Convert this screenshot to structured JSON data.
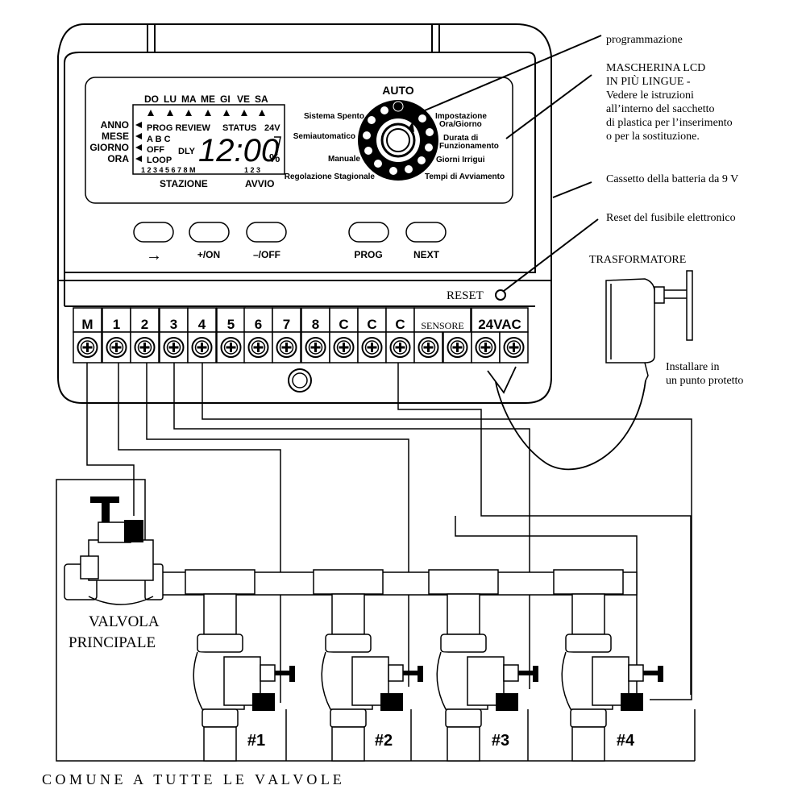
{
  "lcd": {
    "days": [
      "DO",
      "LU",
      "MA",
      "ME",
      "GI",
      "VE",
      "SA"
    ],
    "left_labels": [
      "ANNO",
      "MESE",
      "GIORNO",
      "ORA"
    ],
    "row1": "PROG REVIEW",
    "status": "STATUS",
    "volt": "24V",
    "abc": "A B C",
    "off": "OFF",
    "loop": "LOOP",
    "dly": "DLY",
    "time": "12:00",
    "percent": "%",
    "numbers": "1 2 3 4 5 6 7 8 M",
    "avvio_nums": "1 2 3",
    "stazione": "STAZIONE",
    "avvio": "AVVIO"
  },
  "dial": {
    "auto": "AUTO",
    "labels": {
      "sistema_spento": "Sistema Spento",
      "semiautomatico": "Semiautomatico",
      "manuale": "Manuale",
      "regolazione": "Regolazione Stagionale",
      "impostazione1": "Impostazione",
      "impostazione2": "Ora/Giorno",
      "durata1": "Durata di",
      "durata2": "Funzionamento",
      "giorni": "Giorni Irrigui",
      "tempi": "Tempi di Avviamento"
    }
  },
  "buttons": {
    "arrow": "→",
    "plus": "+/ON",
    "minus": "–/OFF",
    "prog": "PROG",
    "next": "NEXT"
  },
  "reset": "RESET",
  "terminals": [
    "M",
    "1",
    "2",
    "3",
    "4",
    "5",
    "6",
    "7",
    "8",
    "C",
    "C",
    "C",
    "SENSORE",
    "24VAC"
  ],
  "callouts": {
    "programmazione": "programmazione",
    "mascherina": [
      "MASCHERINA LCD",
      "IN PIÙ LINGUE -",
      "Vedere le istruzioni",
      "all’interno del sacchetto",
      "di plastica per l’inserimento",
      "o per la sostituzione."
    ],
    "cassetto": "Cassetto della batteria da 9 V",
    "reset_fusibile": "Reset del fusibile elettronico",
    "trasformatore": "TRASFORMATORE",
    "installare": [
      "Installare in",
      "un punto protetto"
    ]
  },
  "valves": {
    "principale": [
      "VALVOLA",
      "PRINCIPALE"
    ],
    "stations": [
      "#1",
      "#2",
      "#3",
      "#4"
    ]
  },
  "comune": "C O M U N E   A   T U T T E   L E   V A L V O L E"
}
